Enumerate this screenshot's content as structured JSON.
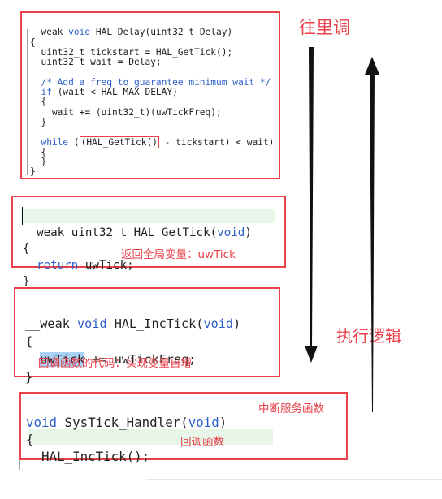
{
  "box1": {
    "lines": [
      "__weak void HAL_Delay(uint32_t Delay)",
      "{",
      "  uint32_t tickstart = HAL_GetTick();",
      "  uint32_t wait = Delay;",
      "",
      "  /* Add a freq to guarantee minimum wait */",
      "  if (wait < HAL_MAX_DELAY)",
      "  {",
      "    wait += (uint32_t)(uwTickFreq);",
      "  }",
      "",
      "  while ((HAL_GetTick() - tickstart) < wait)",
      "  {",
      "  }",
      "}"
    ]
  },
  "box2": {
    "sig": "__weak uint32_t HAL_GetTick(void)",
    "open": "{",
    "ret": "  return uwTick;",
    "close": "}",
    "note": "返回全局变量：uwTick"
  },
  "box3": {
    "sig": "__weak void HAL_IncTick(void)",
    "open": "{",
    "body_var": "uwTick",
    "body_rest": " += uwTickFreq;",
    "close": "}",
    "note": "回调函数的代码：实现变量自增"
  },
  "box4": {
    "sig": "void SysTick_Handler(void)",
    "open": "{",
    "call": "  HAL_IncTick();",
    "note_call": "回调函数",
    "note_sig": "中断服务函数"
  },
  "labels": {
    "inward": "往里调",
    "exec_logic": "执行逻辑"
  },
  "colors": {
    "accent_red": "#e8414a",
    "keyword_blue": "#2d5fc8",
    "arrow_black": "#111111",
    "highlight_green": "#e7f6e8",
    "highlight_blue": "#a9d1f3"
  }
}
